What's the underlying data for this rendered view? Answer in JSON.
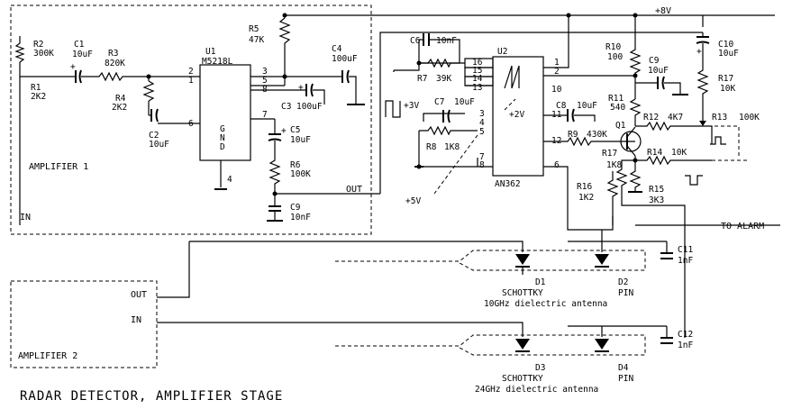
{
  "title": "RADAR DETECTOR, AMPLIFIER STAGE",
  "blocks": {
    "amp1_label": "AMPLIFIER 1",
    "amp1_in": "IN",
    "amp1_out": "OUT",
    "amp2_label": "AMPLIFIER 2",
    "amp2_out": "OUT",
    "amp2_in": "IN"
  },
  "ics": {
    "u1": {
      "ref": "U1",
      "part": "M5218L",
      "gnd": "GND",
      "pins": [
        "2",
        "1",
        "6",
        "3",
        "5",
        "8",
        "7",
        "4"
      ]
    },
    "u2": {
      "ref": "U2",
      "part": "AN362",
      "pins": [
        "16",
        "15",
        "14",
        "13",
        "3",
        "4",
        "5",
        "7",
        "8",
        "1",
        "2",
        "10",
        "11",
        "12",
        "6"
      ],
      "ref_voltage": "+2V"
    }
  },
  "components": {
    "r1": {
      "ref": "R1",
      "value": "2K2"
    },
    "r2": {
      "ref": "R2",
      "value": "300K"
    },
    "r3": {
      "ref": "R3",
      "value": "820K"
    },
    "r4": {
      "ref": "R4",
      "value": "2K2"
    },
    "r5": {
      "ref": "R5",
      "value": "47K"
    },
    "r6": {
      "ref": "R6",
      "value": "100K"
    },
    "r7": {
      "ref": "R7",
      "value": "39K"
    },
    "r8": {
      "ref": "R8",
      "value": "1K8"
    },
    "r9": {
      "ref": "R9",
      "value": "430K"
    },
    "r10": {
      "ref": "R10",
      "value": "100"
    },
    "r11": {
      "ref": "R11",
      "value": "540"
    },
    "r12": {
      "ref": "R12",
      "value": "4K7"
    },
    "r13": {
      "ref": "R13",
      "value": "100K"
    },
    "r14": {
      "ref": "R14",
      "value": "10K"
    },
    "r15": {
      "ref": "R15",
      "value": "3K3"
    },
    "r16": {
      "ref": "R16",
      "value": "1K2"
    },
    "r17a": {
      "ref": "R17",
      "value": "10K"
    },
    "r17b": {
      "ref": "R17",
      "value": "1K8"
    },
    "c1": {
      "ref": "C1",
      "value": "10uF"
    },
    "c2": {
      "ref": "C2",
      "value": "10uF"
    },
    "c3": {
      "ref": "C3",
      "value": "100uF"
    },
    "c4": {
      "ref": "C4",
      "value": "100uF"
    },
    "c5": {
      "ref": "C5",
      "value": "10uF"
    },
    "c6": {
      "ref": "C6",
      "value": "10nF"
    },
    "c7": {
      "ref": "C7",
      "value": "10uF"
    },
    "c8": {
      "ref": "C8",
      "value": "10uF"
    },
    "c9a": {
      "ref": "C9",
      "value": "10nF"
    },
    "c9b": {
      "ref": "C9",
      "value": "10uF"
    },
    "c10": {
      "ref": "C10",
      "value": "10uF"
    },
    "c11": {
      "ref": "C11",
      "value": "1nF"
    },
    "c12": {
      "ref": "C12",
      "value": "1nF"
    },
    "q1": {
      "ref": "Q1"
    },
    "d1": {
      "ref": "D1",
      "type": "SCHOTTKY"
    },
    "d2": {
      "ref": "D2",
      "type": "PIN"
    },
    "d3": {
      "ref": "D3",
      "type": "SCHOTTKY"
    },
    "d4": {
      "ref": "D4",
      "type": "PIN"
    }
  },
  "nets": {
    "vcc": "+8V",
    "v5": "+5V",
    "v3": "+3V",
    "to_alarm": "TO ALARM",
    "pin4": "4"
  },
  "antennas": {
    "a10": "10GHz dielectric antenna",
    "a24": "24GHz dielectric antenna"
  }
}
